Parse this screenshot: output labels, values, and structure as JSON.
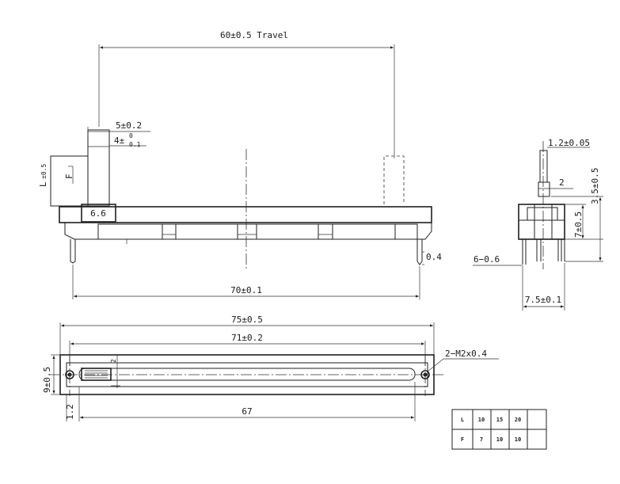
{
  "front_view": {
    "travel": "60±0.5 Travel",
    "lever_width": "5±0.2",
    "lever_tip_base": "4±",
    "lever_tip_sup": "0",
    "lever_tip_sub": "0.1",
    "L_label": "L",
    "L_sub": "±0.5",
    "F_label": "F",
    "knob_base": "6.6",
    "tab_thickness": "0.4",
    "pin_span": "70±0.1"
  },
  "side_view": {
    "shaft_width": "1.2±0.05",
    "shaft_step": "2",
    "height_a": "3.5±0.5",
    "height_b": "7±0.5",
    "pin_dia": "6−0.6",
    "base_width": "7.5±0.1"
  },
  "top_view": {
    "overall_length": "75±0.5",
    "hole_pitch": "71±0.2",
    "mount_holes": "2−M2x0.4",
    "width": "9±0.5",
    "slot_width": "2",
    "edge_offset": "1.2",
    "slot_length": "67"
  },
  "table": {
    "rows": [
      [
        "L",
        "10",
        "15",
        "20",
        ""
      ],
      [
        "F",
        "7",
        "10",
        "10",
        ""
      ]
    ]
  }
}
